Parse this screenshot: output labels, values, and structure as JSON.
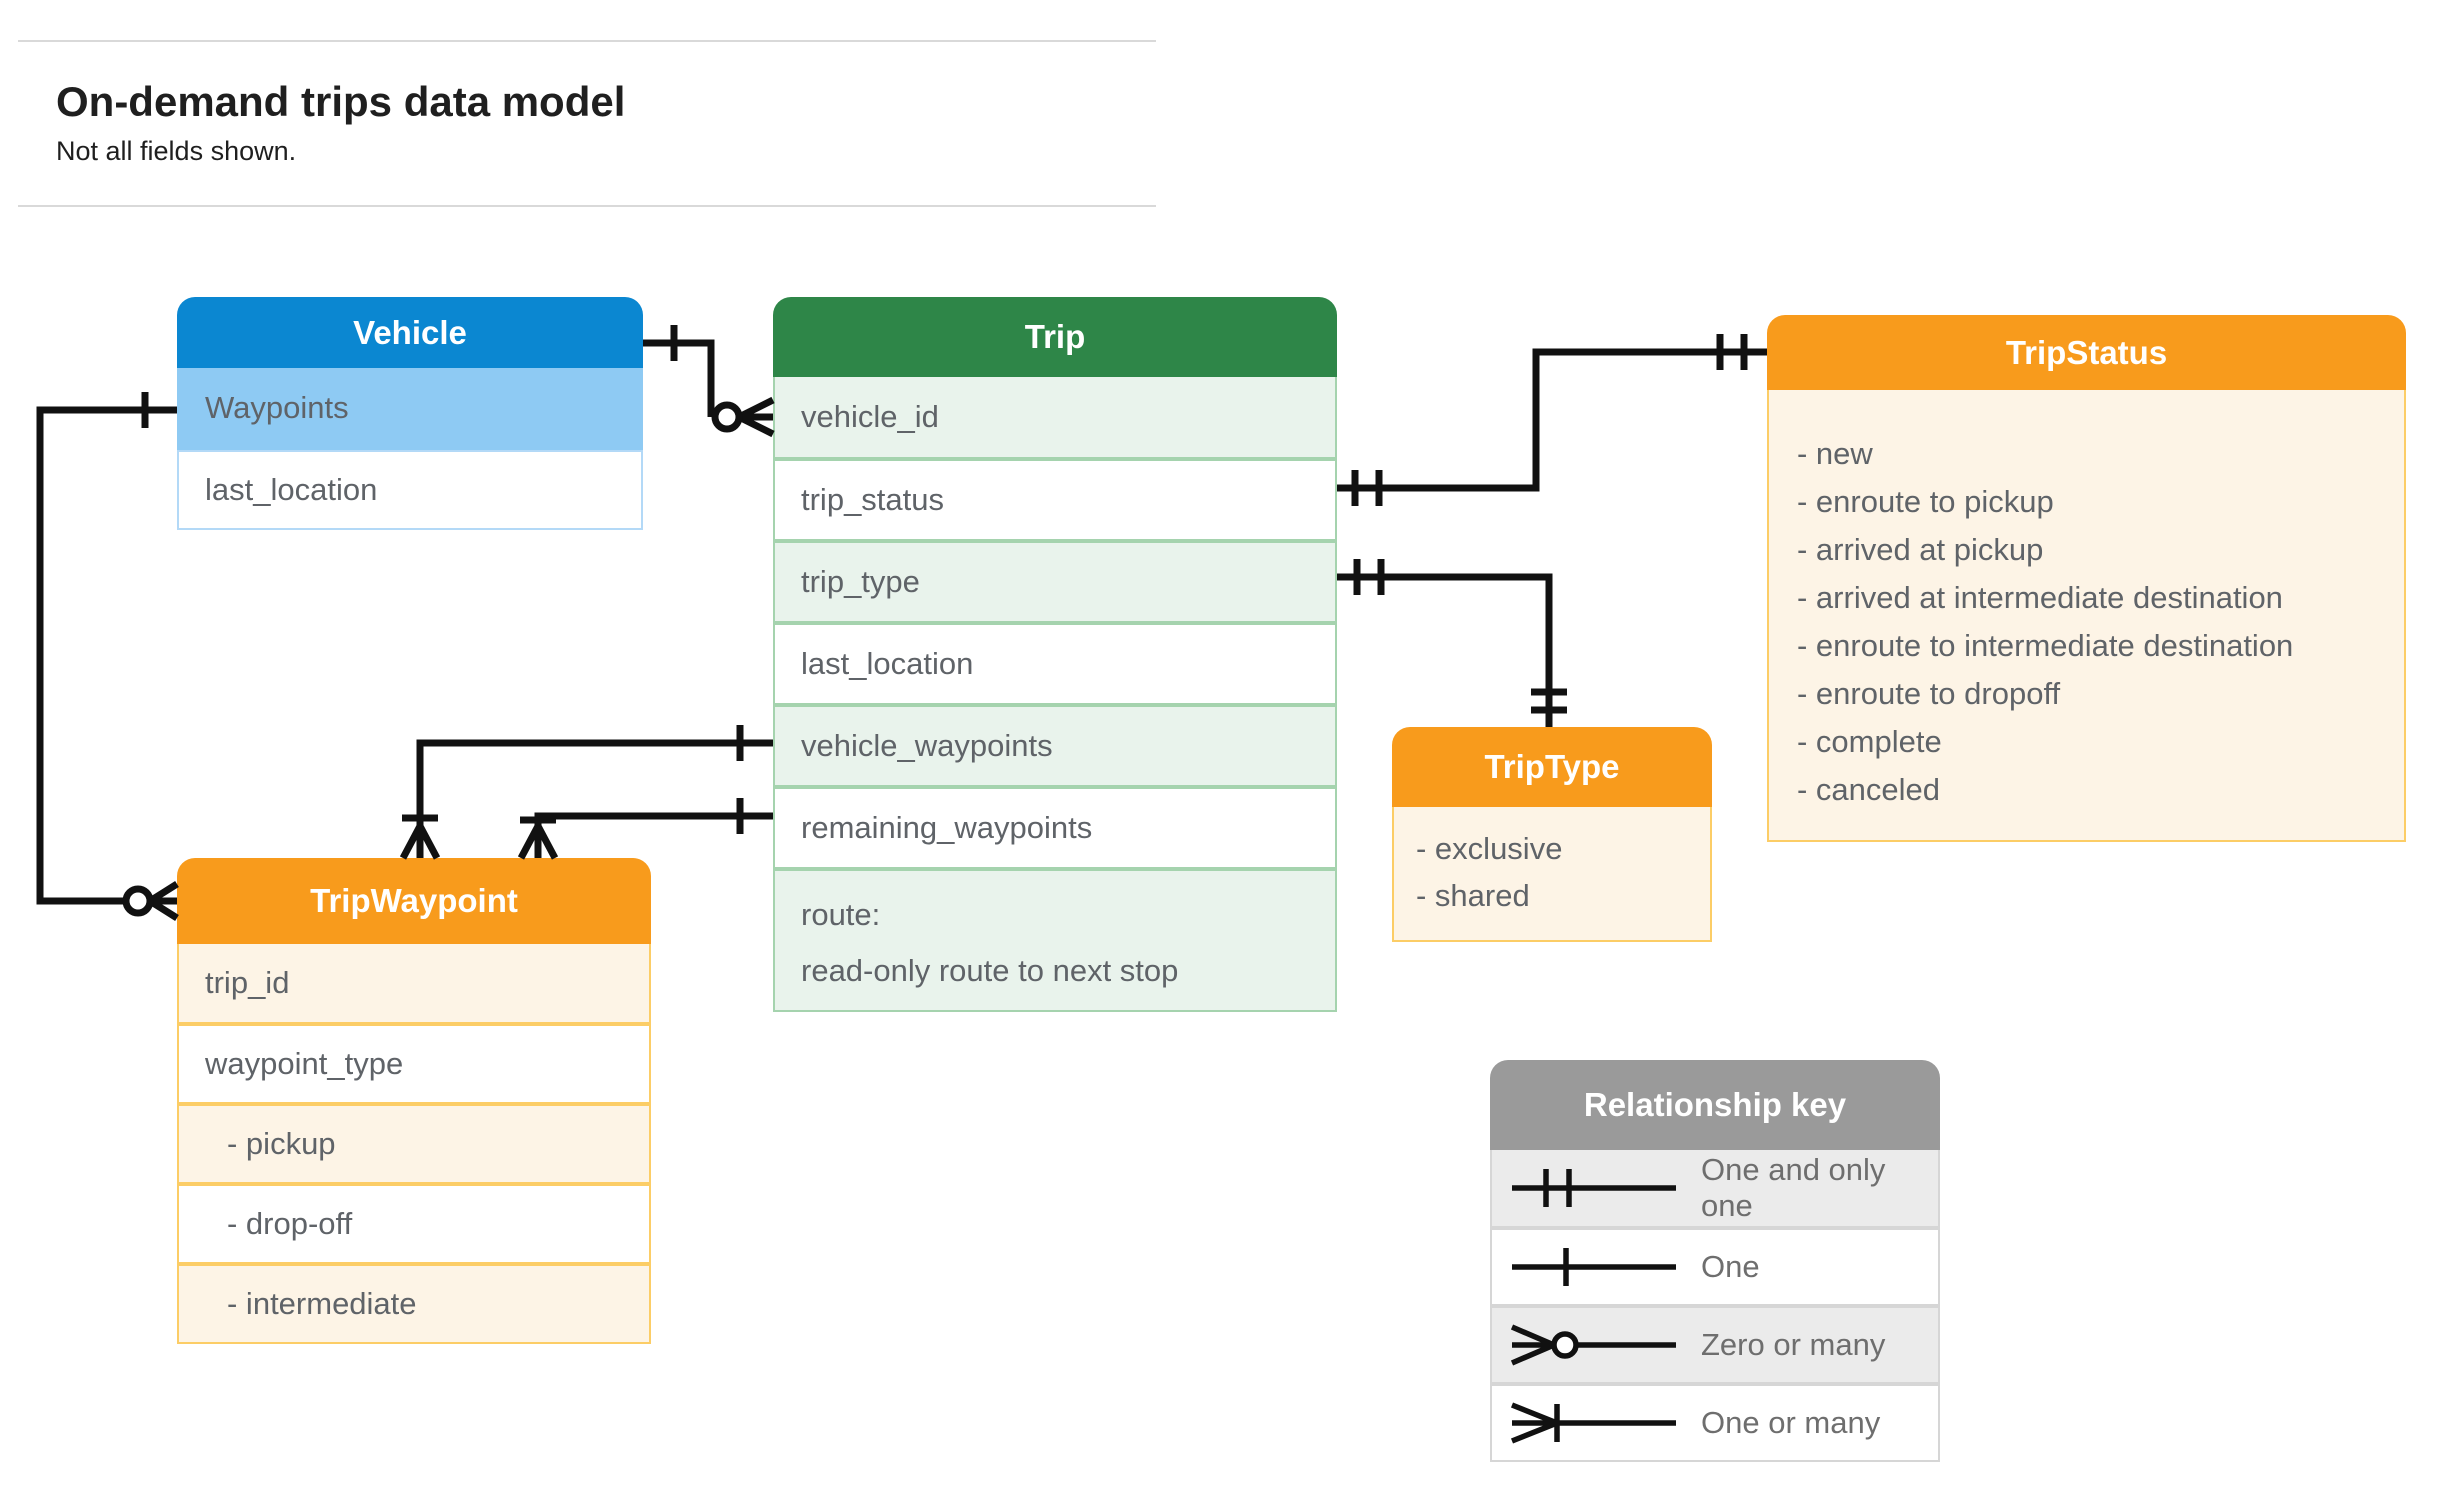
{
  "page": {
    "title": "On-demand trips data model",
    "subtitle": "Not all fields shown."
  },
  "vehicle": {
    "title": "Vehicle",
    "fields": [
      "Waypoints",
      "last_location"
    ]
  },
  "trip": {
    "title": "Trip",
    "fields": [
      "vehicle_id",
      "trip_status",
      "trip_type",
      "last_location",
      "vehicle_waypoints",
      "remaining_waypoints"
    ],
    "route": {
      "name": "route:",
      "note": "read-only route to next stop"
    }
  },
  "tripstatus": {
    "title": "TripStatus",
    "values": [
      "- new",
      "- enroute to pickup",
      "- arrived at pickup",
      "- arrived at intermediate destination",
      "- enroute to intermediate destination",
      "- enroute to dropoff",
      "- complete",
      "- canceled"
    ]
  },
  "triptype": {
    "title": "TripType",
    "values": [
      "- exclusive",
      "- shared"
    ]
  },
  "tripwaypoint": {
    "title": "TripWaypoint",
    "fields": [
      "trip_id",
      "waypoint_type"
    ],
    "values": [
      "- pickup",
      "- drop-off",
      "- intermediate"
    ]
  },
  "legend": {
    "title": "Relationship key",
    "rows": [
      {
        "symbol": "one-and-only-one",
        "label": "One and only one"
      },
      {
        "symbol": "one",
        "label": "One"
      },
      {
        "symbol": "zero-or-many",
        "label": "Zero or many"
      },
      {
        "symbol": "one-or-many",
        "label": "One or many"
      }
    ]
  },
  "colors": {
    "blue_header": "#0b87d1",
    "blue_row": "#8ecaf3",
    "green_header": "#2e8648",
    "green_row": "#e9f3ec",
    "orange_header": "#f89b1c",
    "orange_row": "#fdf4e6",
    "orange_border": "#fccd66",
    "gray_header": "#9a9a9a",
    "gray_row": "#ebebeb",
    "connector": "#111111",
    "field_text": "#5f6368"
  }
}
